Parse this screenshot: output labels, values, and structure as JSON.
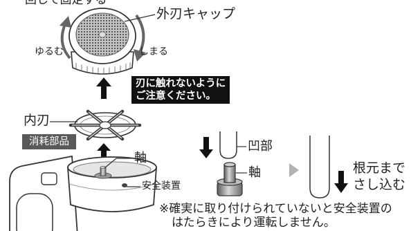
{
  "instruction_top": "回して固定する",
  "outer_cap": {
    "label": "外刃キャップ",
    "loosen": "ゆるむ",
    "tighten": "しまる"
  },
  "warning": {
    "line1": "刃に触れないように",
    "line2": "ご注意ください。"
  },
  "inner_blade": {
    "label": "内刃",
    "badge": "消耗部品"
  },
  "base": {
    "shaft_label": "軸",
    "safety_device_label": "安全装置"
  },
  "insertion_detail": {
    "recess_label": "凹部",
    "shaft_label": "軸",
    "instruction_line1": "根元まで",
    "instruction_line2": "さし込む"
  },
  "note": {
    "line1": "※確実に取り付けられていないと安全装置の",
    "line2": "はたらきにより運転しません。"
  },
  "colors": {
    "ink": "#222222",
    "warning_background": "#111111",
    "badge_background": "#595959",
    "direction_arrow": "#b3b3b3"
  },
  "icons": [
    "loosen-rotate-arrow-icon",
    "tighten-rotate-arrow-icon",
    "up-arrow-icon",
    "down-arrow-icon",
    "next-step-triangle-icon"
  ]
}
